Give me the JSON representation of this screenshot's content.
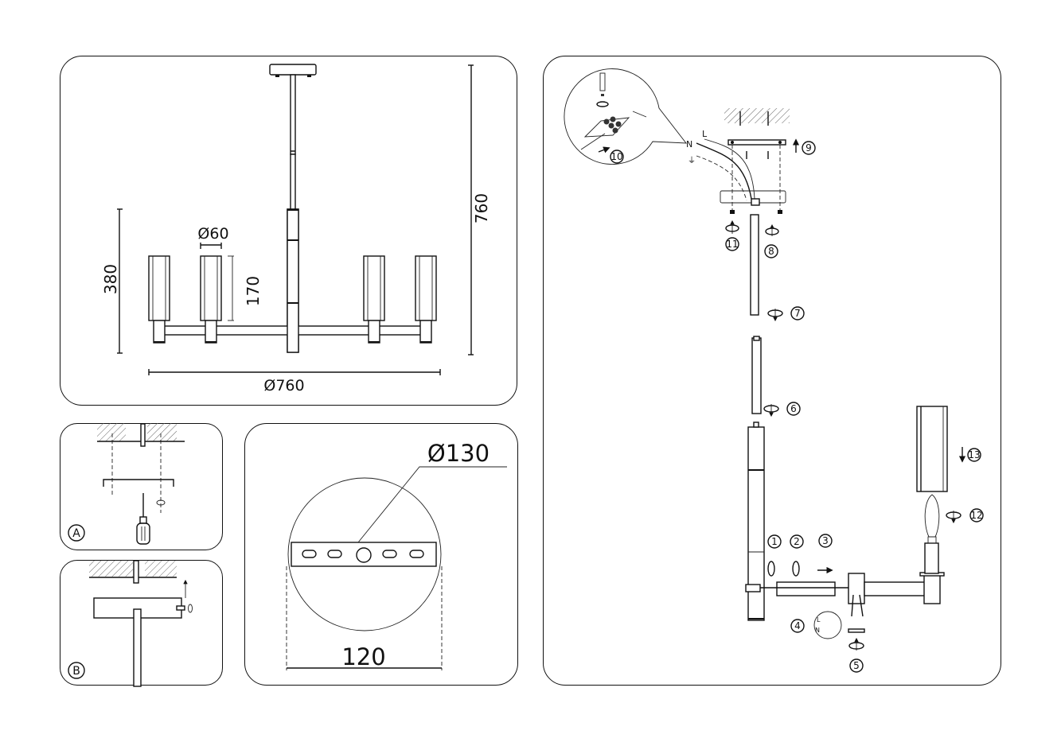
{
  "document": {
    "type": "assembly-instructions",
    "subject": "chandelier"
  },
  "dimensions_panel": {
    "total_height": "760",
    "body_height": "380",
    "shade_diameter": "Ø60",
    "shade_height": "170",
    "total_diameter": "Ø760"
  },
  "panel_a": {
    "label": "A"
  },
  "panel_b": {
    "label": "B"
  },
  "mounting_plate_panel": {
    "canopy_diameter": "Ø130",
    "hole_spacing": "120"
  },
  "assembly_panel": {
    "wire_labels": {
      "neutral": "N",
      "live": "L",
      "ground": "⏚"
    },
    "detail_wire_labels": {
      "live": "L",
      "neutral": "N"
    },
    "steps": [
      {
        "number": "1"
      },
      {
        "number": "2"
      },
      {
        "number": "3"
      },
      {
        "number": "4"
      },
      {
        "number": "5"
      },
      {
        "number": "6"
      },
      {
        "number": "7"
      },
      {
        "number": "8"
      },
      {
        "number": "9"
      },
      {
        "number": "10"
      },
      {
        "number": "11"
      },
      {
        "number": "12"
      },
      {
        "number": "13"
      }
    ]
  }
}
